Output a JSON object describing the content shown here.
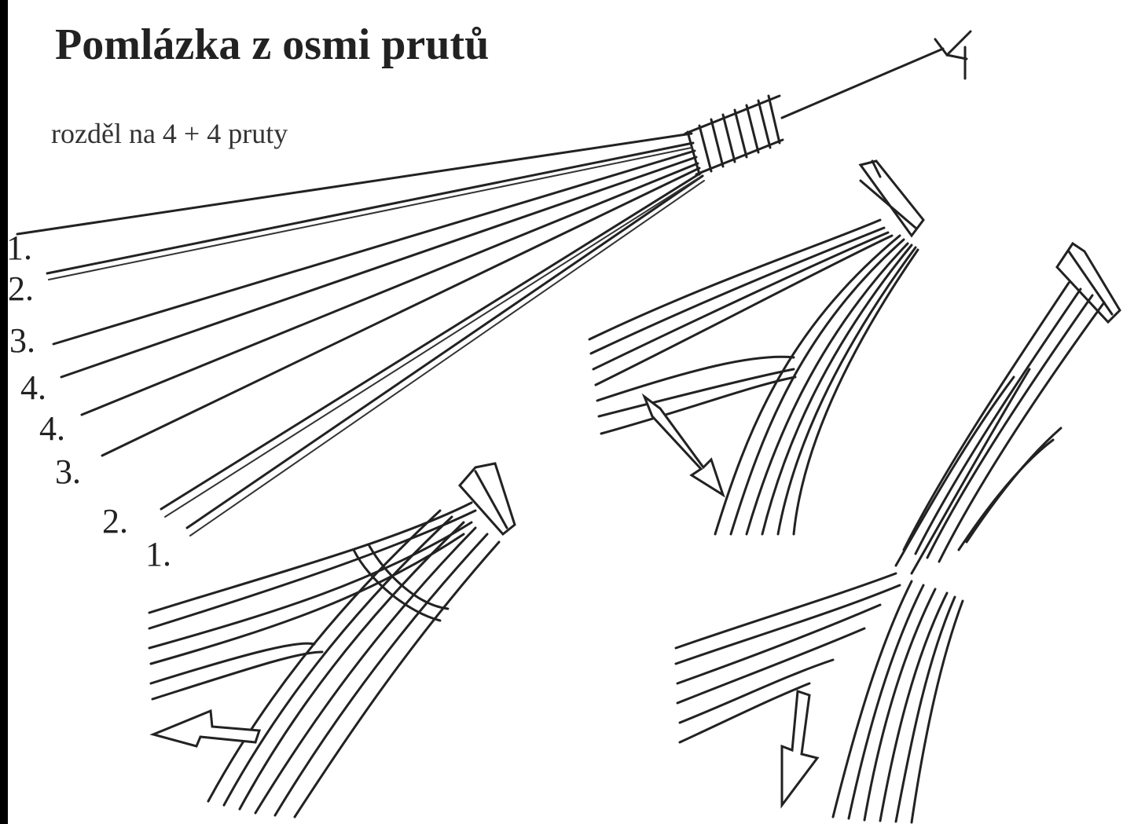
{
  "diagram": {
    "title": "Pomlázka z osmi prutů",
    "subtitle": "rozděl na 4 + 4 pruty",
    "rod_labels": [
      "1.",
      "2.",
      "3.",
      "4.",
      "4.",
      "3.",
      "2.",
      "1."
    ],
    "ink_color": "#222222",
    "background": "#ffffff"
  }
}
